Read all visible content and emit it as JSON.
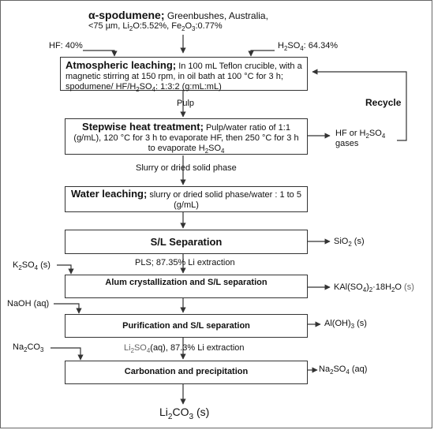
{
  "source": {
    "mineral": "α-spodumene;",
    "line1_rest": " Greenbushes, Australia,",
    "size": "<75 µm, ",
    "li_a": "Li",
    "li_sub": "2",
    "li_b": "O:5.52%, ",
    "fe_a": "Fe",
    "fe_sub": "2",
    "fe_b": "O",
    "fe_sub2": "3",
    "fe_c": ":0.77%"
  },
  "inputs": {
    "hf": "HF: 40%",
    "h2so4_a": "H",
    "h2so4_sub": "2",
    "h2so4_b": "SO",
    "h2so4_sub2": "4",
    "h2so4_c": ": 64.34%"
  },
  "step1": {
    "title": "Atmospheric leaching;",
    "desc_a": " In 100 mL Teflon crucible, with a magnetic stirring at 150 rpm, in oil bath at 100 °C for 3 h; spodumene/ HF/H",
    "desc_sub": "2",
    "desc_b": "SO",
    "desc_sub2": "4",
    "desc_c": ": 1:3:2 (g:mL:mL)"
  },
  "recycle": "Recycle",
  "pulp": "Pulp",
  "step2": {
    "title": "Stepwise heat treatment;",
    "desc_a": " Pulp/water ratio of 1:1 (g/mL), 120 °C for 3 h to evaporate HF, then 250 °C for 3 h to evaporate H",
    "desc_sub": "2",
    "desc_b": "SO",
    "desc_sub2": "4"
  },
  "gases": {
    "a": "HF or H",
    "sub": "2",
    "b": "SO",
    "sub2": "4",
    "c": "gases"
  },
  "slurry": "Slurry or dried solid phase",
  "step3": {
    "title": "Water leaching;",
    "desc": " slurry or dried solid phase/water : 1 to 5 (g/mL)"
  },
  "step4": {
    "title": "S/L Separation"
  },
  "sio2": {
    "a": "SiO",
    "sub": "2",
    "b": " (s)"
  },
  "pls": "PLS; 87.35% Li extraction",
  "k2so4": {
    "a": "K",
    "sub": "2",
    "b": "SO",
    "sub2": "4",
    "c": " (s)"
  },
  "step5": {
    "title": "Alum crystallization and S/L separation"
  },
  "alum": {
    "a": "KAl(SO",
    "sub": "4",
    "b": ")",
    "sub2": "2",
    "c": "·18H",
    "sub3": "2",
    "d": "O",
    "e": " (s)"
  },
  "naoh": "NaOH (aq)",
  "step6": {
    "title": "Purification and S/L separation"
  },
  "aloh": {
    "a": "Al(OH)",
    "sub": "3",
    "b": " (s)"
  },
  "li2so4": {
    "a": "Li",
    "sub": "2",
    "b": "SO",
    "sub2": "4",
    "c": "(aq), 87.3% Li extraction"
  },
  "na2co3": {
    "a": "Na",
    "sub": "2",
    "b": "CO",
    "sub2": "3"
  },
  "step7": {
    "title": "Carbonation and precipitation"
  },
  "na2so4": {
    "a": "Na",
    "sub": "2",
    "b": "SO",
    "sub2": "4",
    "c": " (aq)"
  },
  "product": {
    "a": "Li",
    "sub": "2",
    "b": "CO",
    "sub2": "3",
    "c": " (s)"
  },
  "colors": {
    "line": "#333333",
    "text": "#111111",
    "muted": "#666666"
  }
}
